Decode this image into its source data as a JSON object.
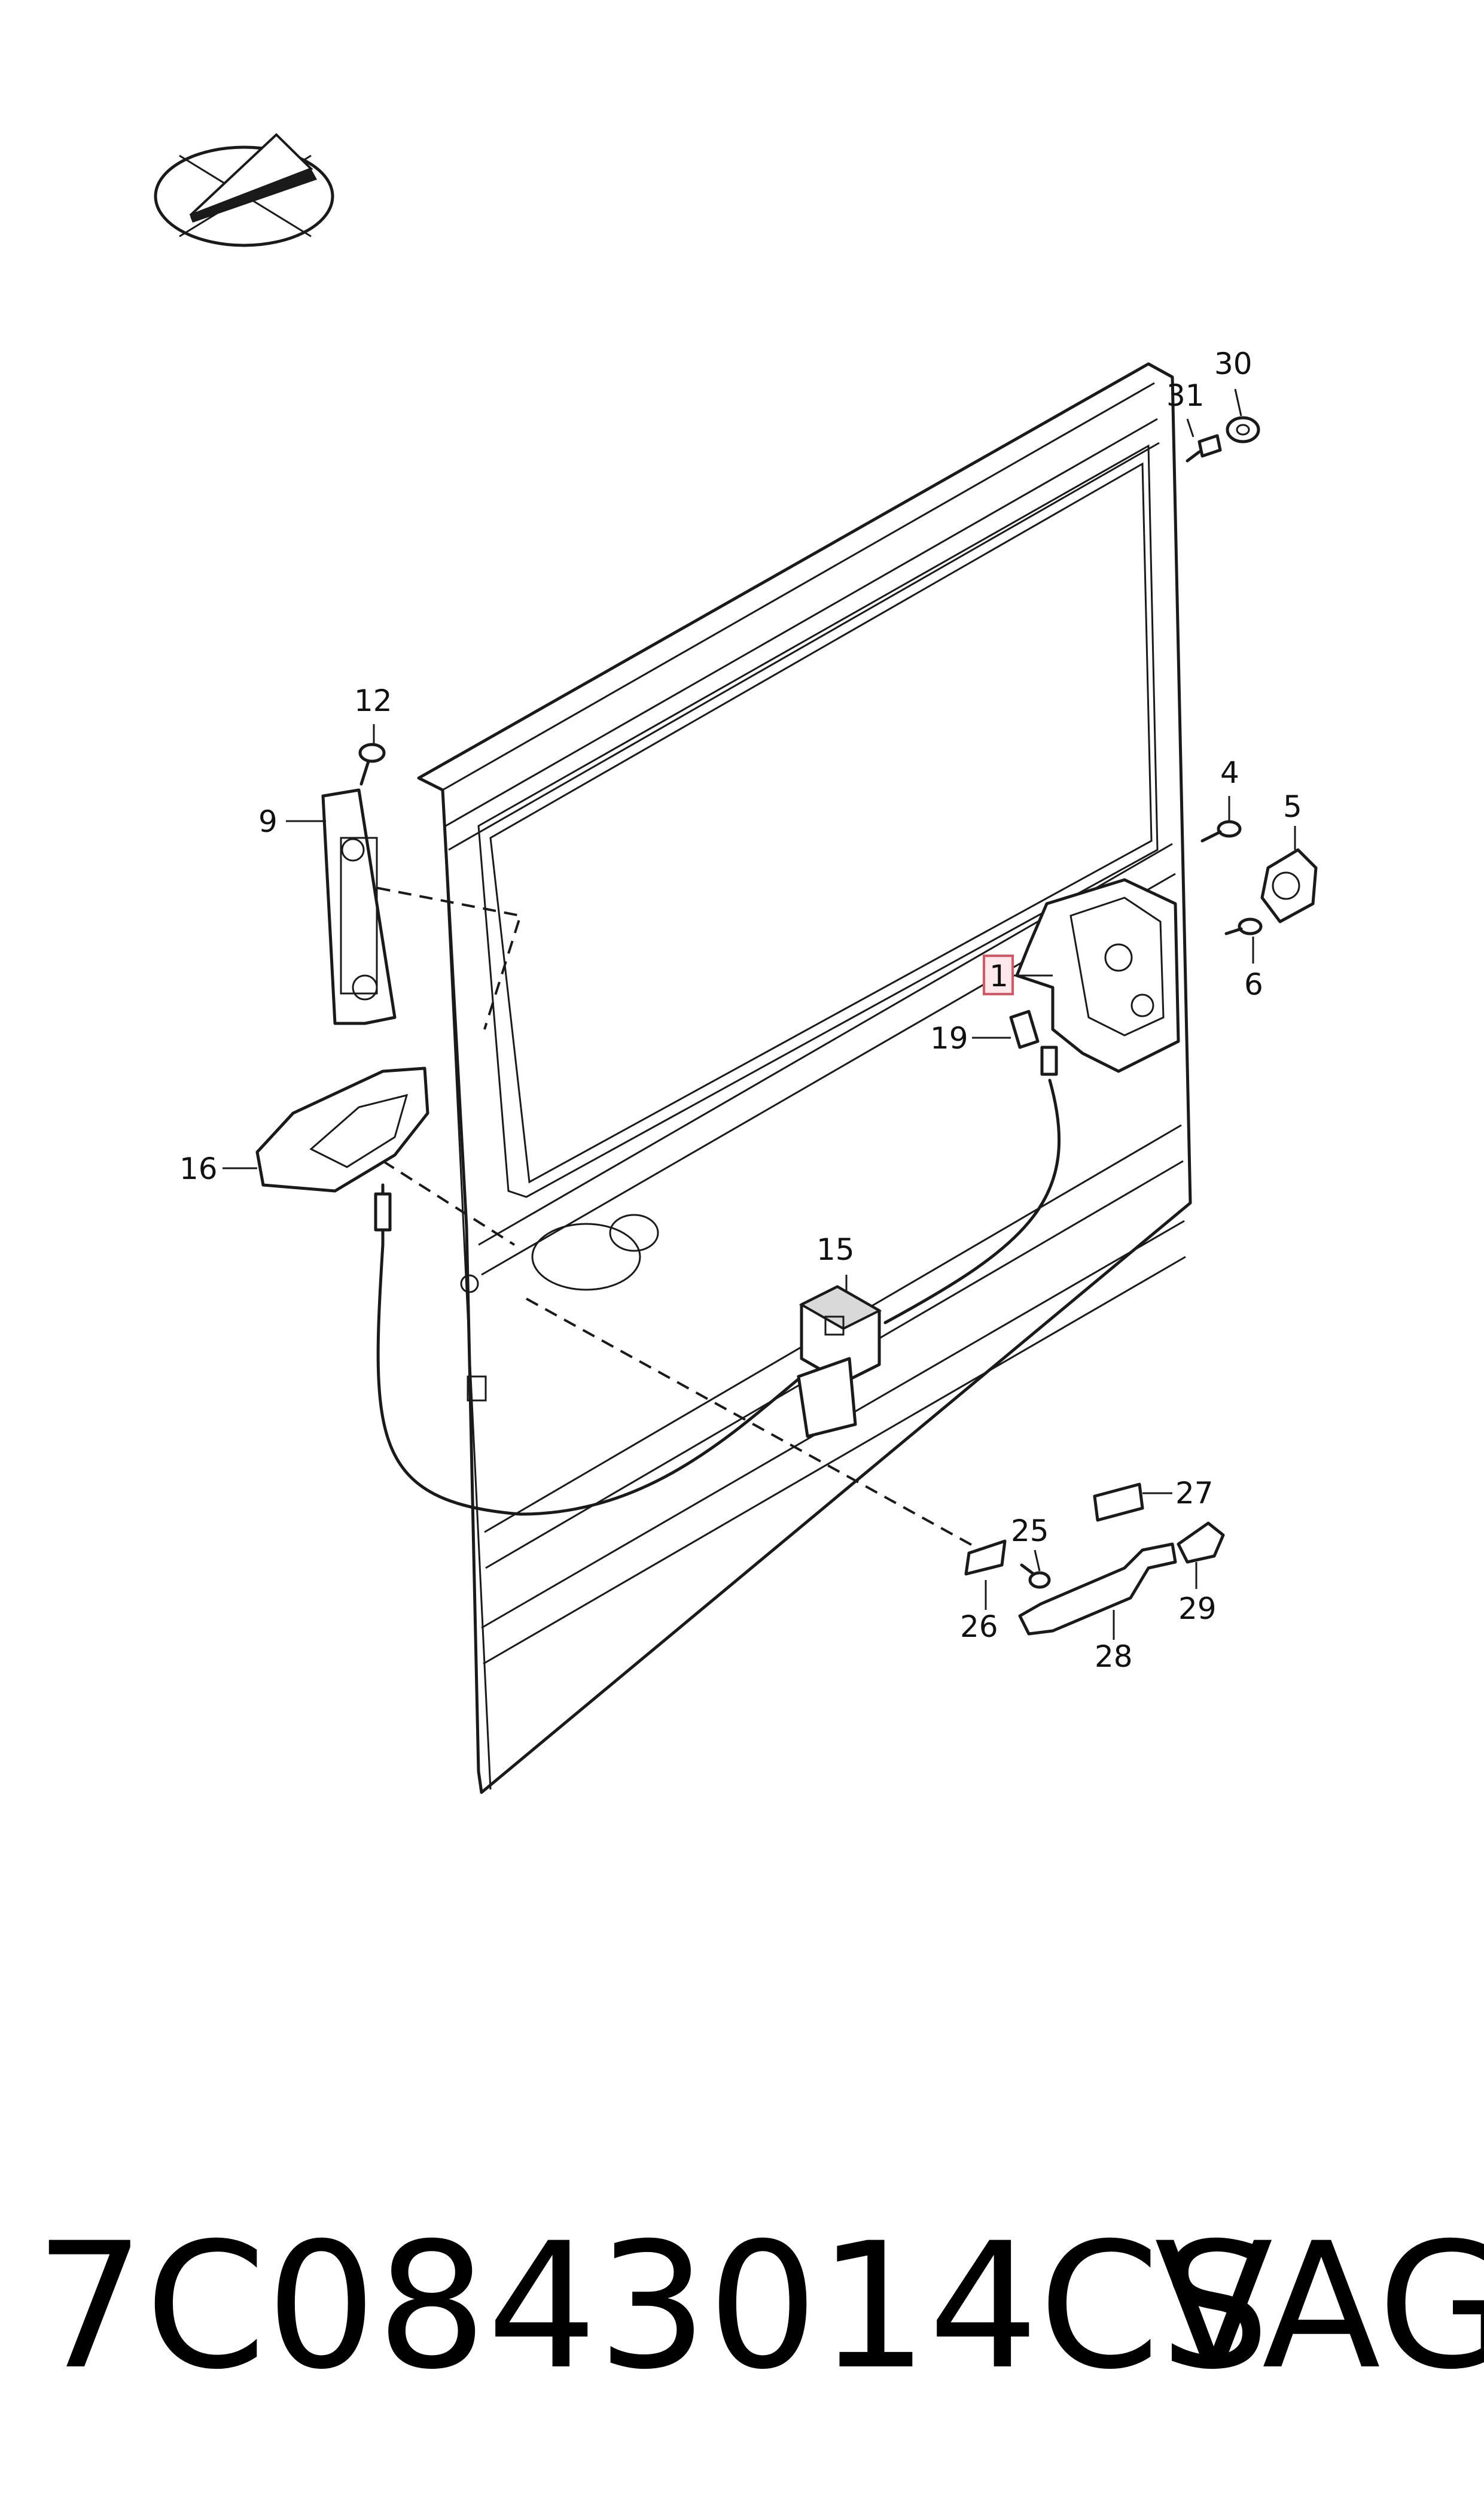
{
  "diagram": {
    "callouts": {
      "c1": "1",
      "c4": "4",
      "c5": "5",
      "c6": "6",
      "c9": "9",
      "c12": "12",
      "c15": "15",
      "c16": "16",
      "c19": "19",
      "c25": "25",
      "c26": "26",
      "c27": "27",
      "c28": "28",
      "c29": "29",
      "c30": "30",
      "c31": "31"
    },
    "highlighted_callout": "1",
    "highlight_color": "#e0535f",
    "logo_icon": "vw-etka-logo-icon"
  },
  "footer": {
    "part_number": "7C0843014CS",
    "brand": "VAG"
  }
}
